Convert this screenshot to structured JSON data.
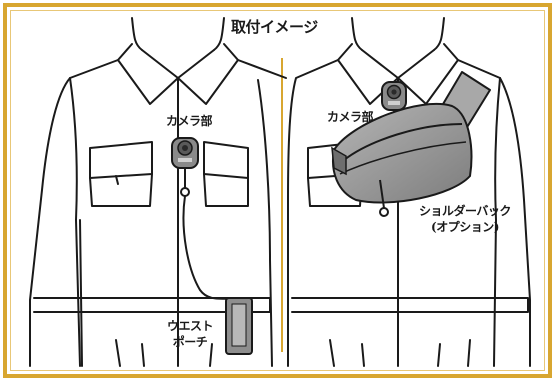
{
  "title": "取付イメージ",
  "left_panel": {
    "camera_label": "カメラ部",
    "pouch_label_line1": "ウエスト",
    "pouch_label_line2": "ポーチ"
  },
  "right_panel": {
    "camera_label": "カメラ部",
    "bag_label_line1": "ショルダーバック",
    "bag_label_line2": "(オプション)"
  },
  "colors": {
    "frame": "#d8a630",
    "divider": "#d8a630",
    "device_gray": "#8a8a8a",
    "line": "#1a1a1a"
  }
}
